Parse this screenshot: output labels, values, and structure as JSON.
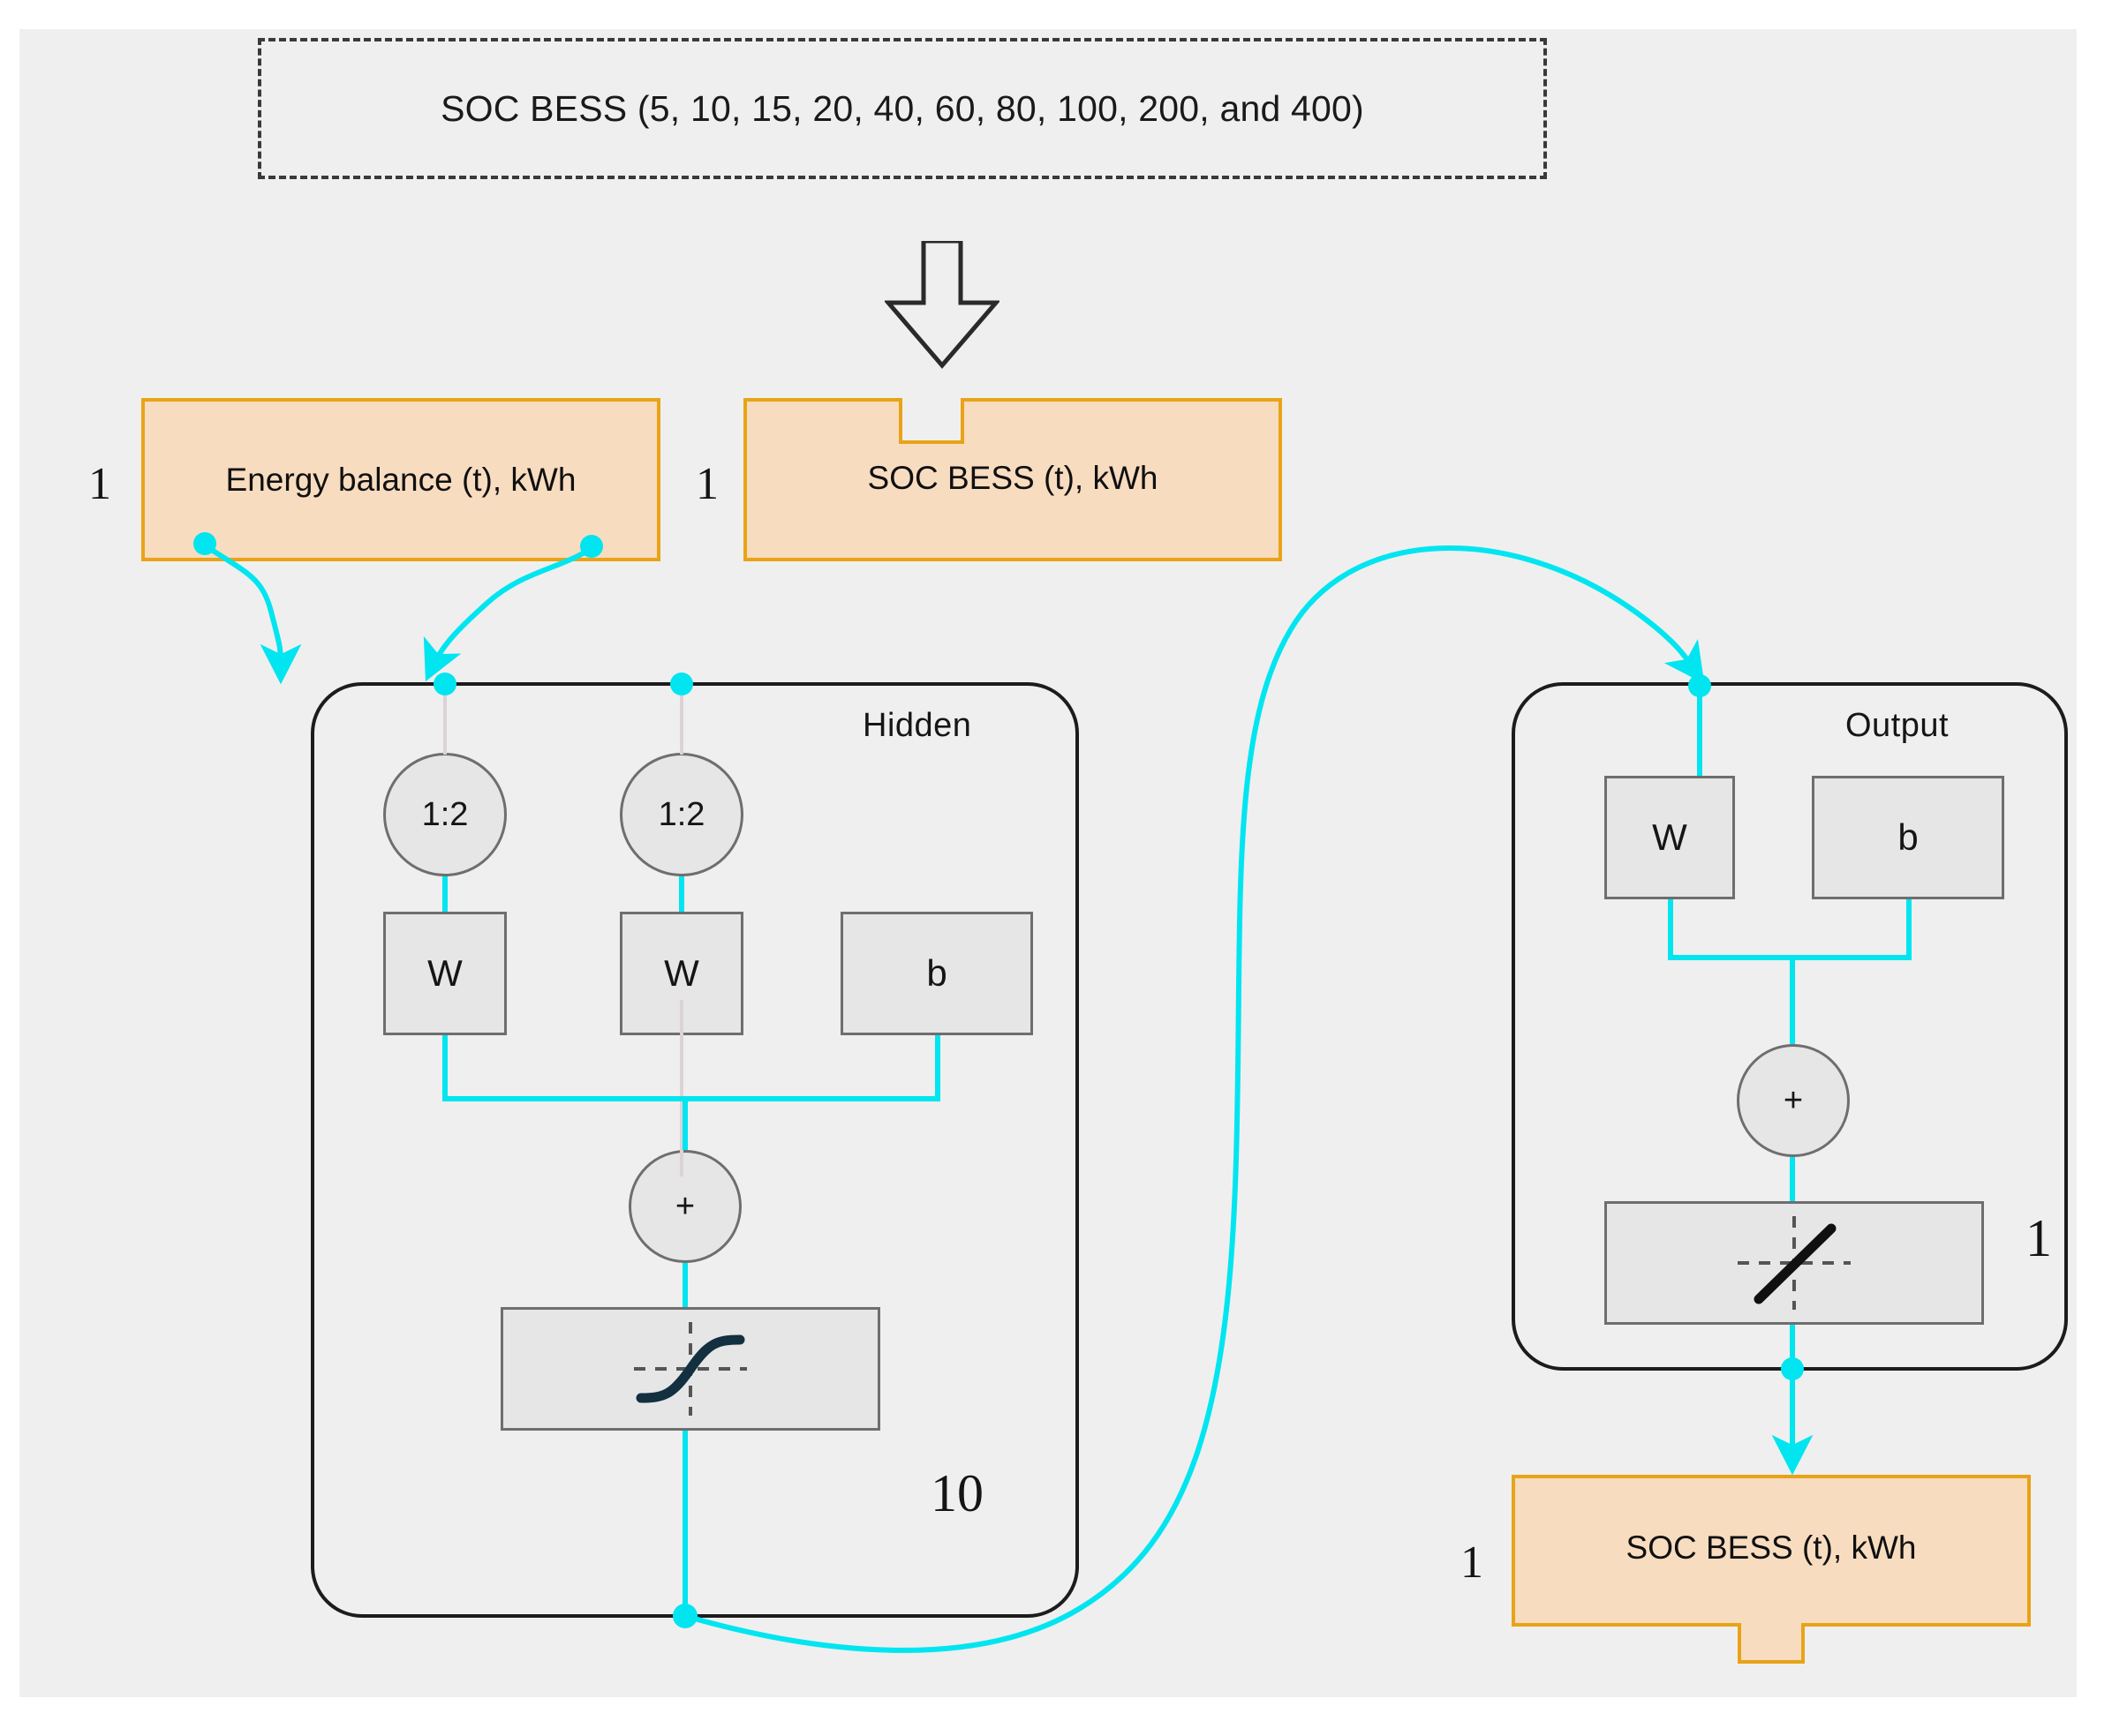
{
  "colors": {
    "canvas_bg": "#efefef",
    "signal_line": "#00e5f0",
    "orange_fill": "#f8dcc0",
    "orange_border": "#e8a317",
    "gray_fill": "#e6e6e6",
    "gray_border": "#6e6e6e",
    "layer_border": "#1c1c1c",
    "text": "#101010"
  },
  "source_note": {
    "text": "SOC BESS (5, 10, 15, 20, 40, 60, 80, 100, 200, and 400)",
    "style": "dashed"
  },
  "arrow": {
    "name": "block-arrow-down",
    "direction": "down"
  },
  "inputs": [
    {
      "id": "energy-balance",
      "label": "Energy balance (t), kWh",
      "multiplicity": "1",
      "shape": "rectangle"
    },
    {
      "id": "soc-bess-in",
      "label": "SOC BESS (t), kWh",
      "multiplicity": "1",
      "shape": "notched-rectangle"
    }
  ],
  "layers": [
    {
      "id": "hidden",
      "title": "Hidden",
      "multiplicity": "10",
      "nodes": [
        {
          "id": "h-delay-1",
          "label": "1:2",
          "shape": "circle",
          "name": "tapped-delay-line"
        },
        {
          "id": "h-delay-2",
          "label": "1:2",
          "shape": "circle",
          "name": "tapped-delay-line"
        },
        {
          "id": "h-w-1",
          "label": "W",
          "shape": "rectangle",
          "name": "weight-block"
        },
        {
          "id": "h-w-2",
          "label": "W",
          "shape": "rectangle",
          "name": "weight-block"
        },
        {
          "id": "h-b",
          "label": "b",
          "shape": "rectangle",
          "name": "bias-block"
        },
        {
          "id": "h-sum",
          "label": "+",
          "shape": "circle",
          "name": "sum-block"
        },
        {
          "id": "h-act",
          "label": "",
          "shape": "rectangle",
          "name": "tansig-activation-icon"
        }
      ]
    },
    {
      "id": "output",
      "title": "Output",
      "multiplicity": "1",
      "nodes": [
        {
          "id": "o-w",
          "label": "W",
          "shape": "rectangle",
          "name": "weight-block"
        },
        {
          "id": "o-b",
          "label": "b",
          "shape": "rectangle",
          "name": "bias-block"
        },
        {
          "id": "o-sum",
          "label": "+",
          "shape": "circle",
          "name": "sum-block"
        },
        {
          "id": "o-act",
          "label": "",
          "shape": "rectangle",
          "name": "purelin-activation-icon"
        }
      ]
    }
  ],
  "output_signal": {
    "id": "soc-bess-out",
    "label": "SOC BESS (t), kWh",
    "multiplicity": "1",
    "shape": "tabbed-rectangle"
  }
}
